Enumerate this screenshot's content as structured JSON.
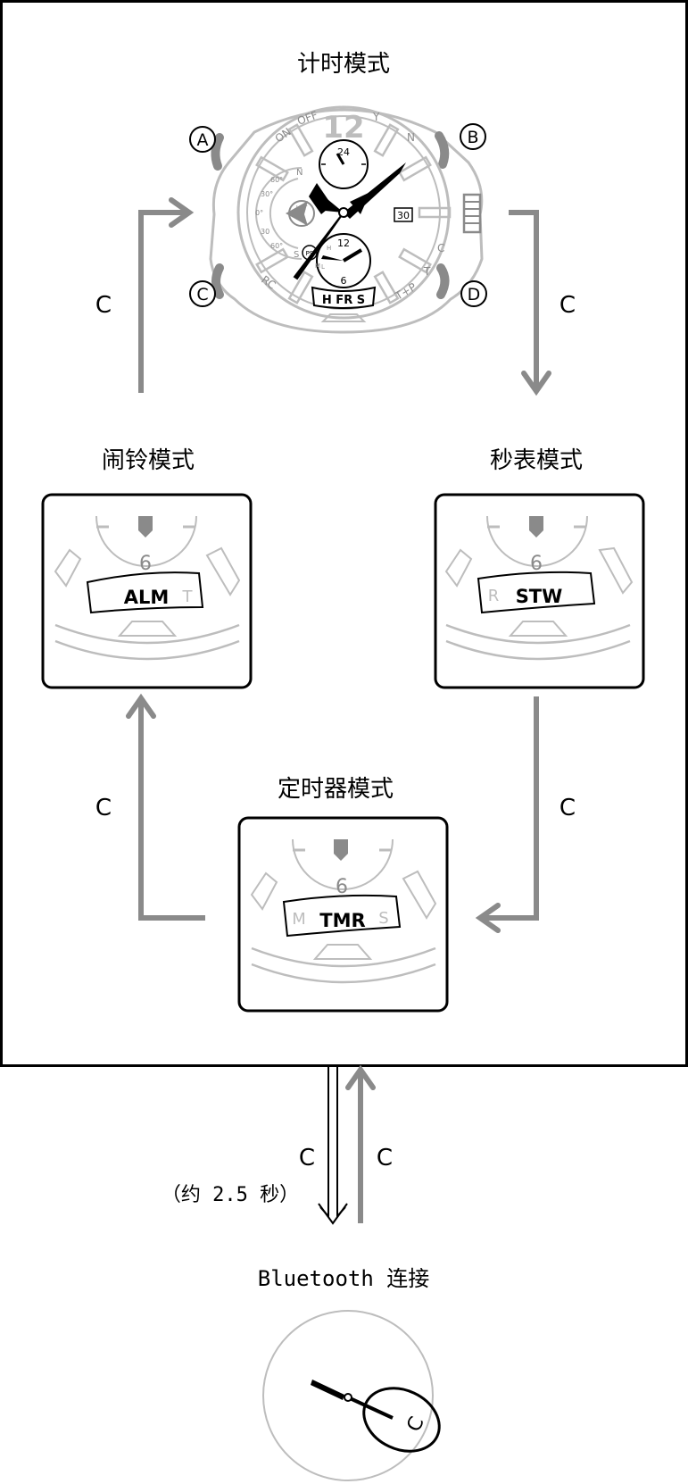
{
  "modes": {
    "timekeeping": {
      "title": "计时模式"
    },
    "alarm": {
      "title": "闹铃模式",
      "display": "ALM",
      "side_right": "T"
    },
    "stopwatch": {
      "title": "秒表模式",
      "display": "STW",
      "side_left": "R"
    },
    "timer": {
      "title": "定时器模式",
      "display": "TMR",
      "side_left": "M",
      "side_right": "S"
    }
  },
  "watch": {
    "twelve": "12",
    "on_label": "ON",
    "off_label": "OFF",
    "y_label": "Y",
    "n_label": "N",
    "c_label": "C",
    "rc_label": "RC",
    "tp_label": "T+P",
    "t_label": "T",
    "date": "30",
    "dial24": "24",
    "dial12": "12",
    "dial6": "6",
    "subdial_bottom": "6",
    "mode_window": "H FR S",
    "lat": "LAT",
    "compass_n": "N",
    "compass_s": "S",
    "deg60a": "60°",
    "deg30a": "30°",
    "deg0": "0°",
    "deg30b": "30",
    "deg60b": "60°",
    "ps": "PS",
    "hml_h": "H",
    "hml_m": "M",
    "hml_l": "L",
    "button_a": "A",
    "button_b": "B",
    "button_c": "C",
    "button_d": "D"
  },
  "arrows": {
    "left_upper": "C",
    "right_upper": "C",
    "left_lower": "C",
    "right_lower": "C",
    "down_long": "C",
    "up": "C"
  },
  "hold_note": "（约 2.5 秒）",
  "bluetooth_label": "Bluetooth 连接",
  "bottom_c": "C",
  "colors": {
    "gray": "#8a8a8a",
    "light": "#bdbdbd",
    "black": "#000000"
  }
}
